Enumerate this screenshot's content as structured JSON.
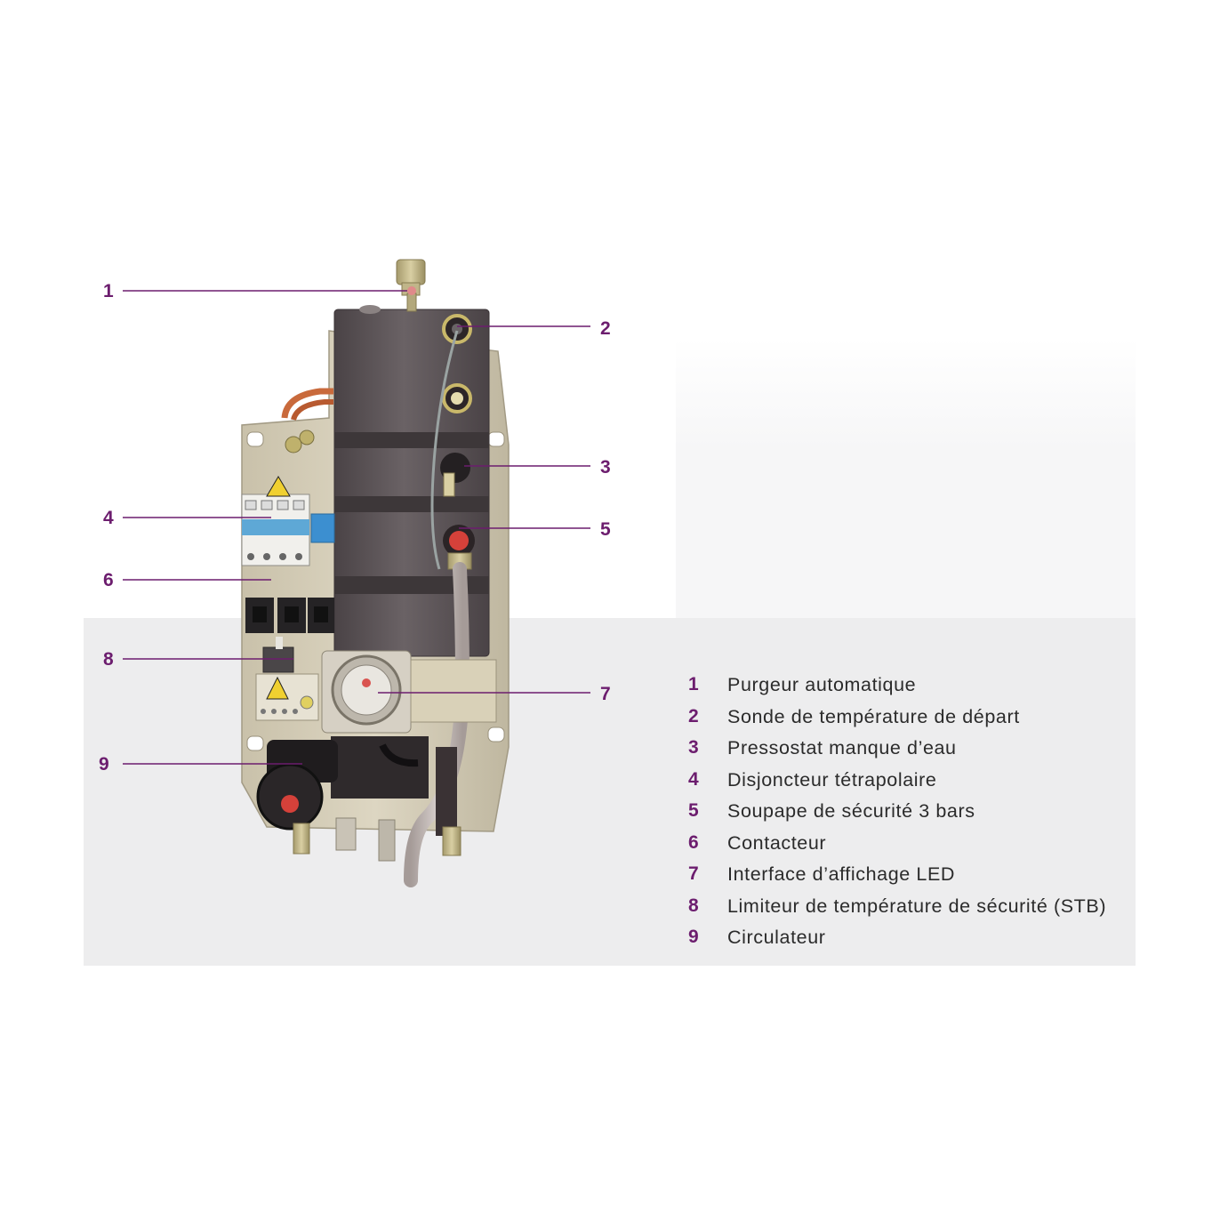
{
  "callouts": [
    {
      "number": "1",
      "label": "Purgeur automatique"
    },
    {
      "number": "2",
      "label": "Sonde de température de départ"
    },
    {
      "number": "3",
      "label": "Pressostat manque d’eau"
    },
    {
      "number": "4",
      "label": "Disjoncteur tétrapolaire"
    },
    {
      "number": "5",
      "label": "Soupape de sécurité 3 bars"
    },
    {
      "number": "6",
      "label": "Contacteur"
    },
    {
      "number": "7",
      "label": "Interface d’affichage LED"
    },
    {
      "number": "8",
      "label": "Limiteur de température de sécurité (STB)"
    },
    {
      "number": "9",
      "label": "Circulateur"
    }
  ],
  "colors": {
    "accent_number": "#6c1d6e",
    "callout_line": "#6c1d6e",
    "legend_text": "#2b2b2b",
    "panel_background": "#ededee"
  }
}
